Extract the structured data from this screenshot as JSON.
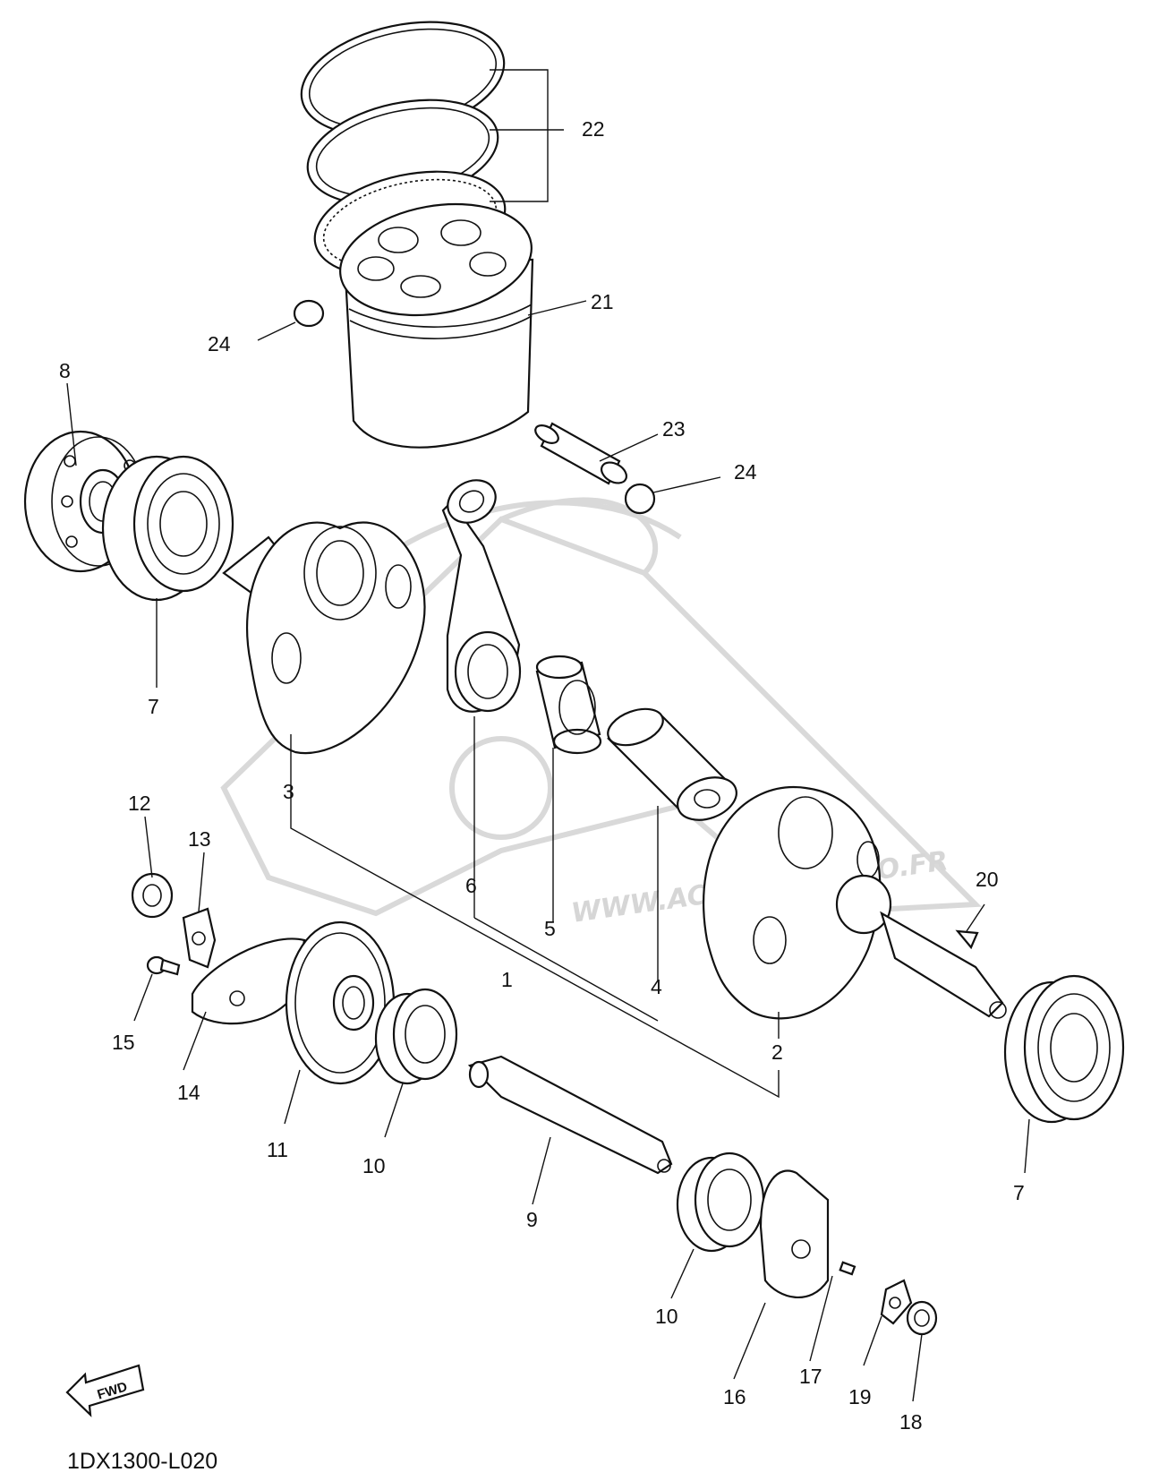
{
  "diagram_code": "1DX1300-L020",
  "fwd_label": "FWD",
  "watermark_text": "WWW.ACTION...MOTO.FR",
  "colors": {
    "ink": "#111111",
    "watermark": "#d9d9d9",
    "background": "#ffffff"
  },
  "callouts": [
    "1",
    "2",
    "3",
    "4",
    "5",
    "6",
    "7",
    "7",
    "8",
    "9",
    "10",
    "10",
    "11",
    "12",
    "13",
    "14",
    "15",
    "16",
    "17",
    "18",
    "19",
    "20",
    "21",
    "22",
    "23",
    "24",
    "24"
  ]
}
